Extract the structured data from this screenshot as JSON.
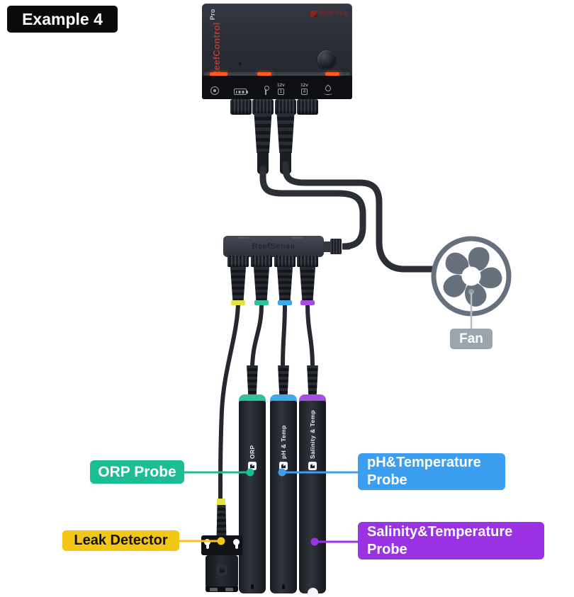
{
  "badge": {
    "label": "Example 4"
  },
  "controller": {
    "brand": "Red Sea",
    "model": "ReefControl",
    "model_variant": "Pro",
    "port_labels": {
      "v12_label": "12v",
      "v12_1": "1",
      "v12_4": "4"
    }
  },
  "hub": {
    "label": "ReefSense"
  },
  "probes": {
    "orp": {
      "name": "ORP"
    },
    "ph": {
      "name": "pH & Temp"
    },
    "salinity": {
      "name": "Salinity & Temp"
    }
  },
  "callouts": {
    "orp": {
      "label": "ORP Probe",
      "color": "#1bbd92"
    },
    "ph": {
      "label": "pH&Temperature Probe",
      "color": "#3b9ef0"
    },
    "salinity": {
      "label": "Salinity&Temperature Probe",
      "color": "#9b33e4"
    },
    "leak": {
      "label": "Leak Detector",
      "color": "#f3c515"
    },
    "fan": {
      "label": "Fan",
      "color": "#9aa5ad"
    }
  },
  "ring_colors": {
    "yellow": "#e3e345",
    "teal": "#2fc29b",
    "blue": "#3fa9ec",
    "purple": "#a44fe0"
  },
  "accent": {
    "fan_icon": "#67717e",
    "led": "#ff5a1f"
  }
}
